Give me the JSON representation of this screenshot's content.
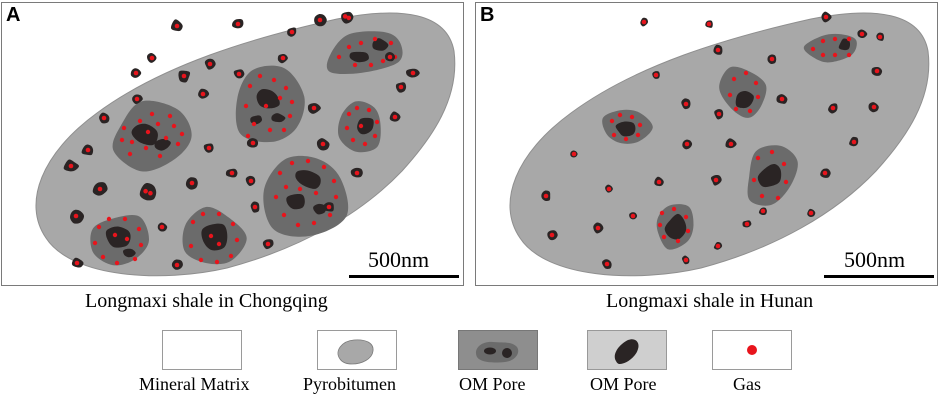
{
  "panels": [
    {
      "letter": "A",
      "scale_label": "500nm",
      "caption": "Longmaxi shale in Chongqing"
    },
    {
      "letter": "B",
      "scale_label": "500nm",
      "caption": "Longmaxi shale in Hunan"
    }
  ],
  "legend": [
    {
      "label": "Mineral  Matrix"
    },
    {
      "label": "Pyrobitumen"
    },
    {
      "label": "OM Pore"
    },
    {
      "label": "OM Pore"
    },
    {
      "label": "Gas"
    }
  ],
  "colors": {
    "matrix": "#ffffff",
    "pyrobitumen": "#a8a8a8",
    "organic_matter": "#6b6b6b",
    "om_pore": "#2a2424",
    "gas": "#e8141c"
  },
  "icons": [
    "pyrobitumen-blob-icon",
    "om-pore-cluster-icon",
    "om-pore-icon",
    "gas-dot-icon"
  ]
}
